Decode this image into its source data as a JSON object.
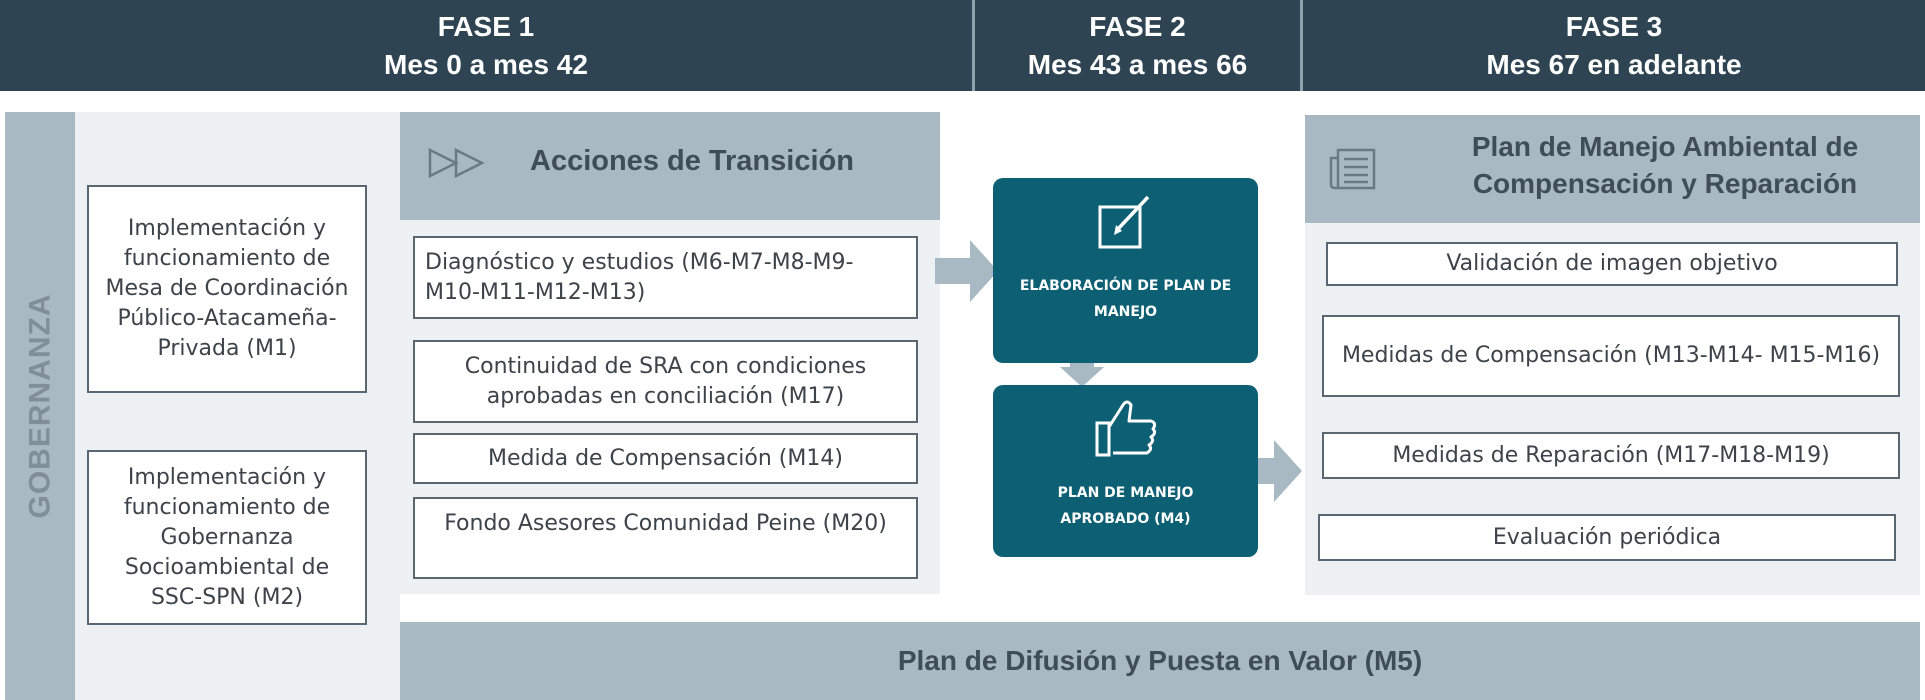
{
  "header": {
    "phases": [
      {
        "title": "FASE 1",
        "period": "Mes 0 a mes 42"
      },
      {
        "title": "FASE 2",
        "period": "Mes 43 a mes 66"
      },
      {
        "title": "FASE 3",
        "period": "Mes 67 en adelante"
      }
    ],
    "colors": {
      "header_bg": "#2f4452",
      "header_text": "#ffffff"
    }
  },
  "governance": {
    "label": "GOBERNANZA",
    "items": [
      "Implementación y funcionamiento de Mesa de Coordinación Público-Atacameña-Privada (M1)",
      "Implementación y funcionamiento de Gobernanza Socioambiental de SSC-SPN (M2)"
    ]
  },
  "transition": {
    "title": "Acciones de Transición",
    "icon": "fast-forward-icon",
    "items": [
      "Diagnóstico y estudios (M6-M7-M8-M9-M10-M11-M12-M13)",
      "Continuidad de SRA con condiciones aprobadas en conciliación (M17)",
      "Medida de Compensación (M14)",
      "Fondo Asesores Comunidad Peine (M20)"
    ]
  },
  "phase2": {
    "step1": {
      "label": "ELABORACIÓN DE PLAN DE MANEJO",
      "icon": "edit-icon"
    },
    "step2": {
      "label": "PLAN DE MANEJO APROBADO (M4)",
      "icon": "thumbs-up-icon"
    },
    "color": "#0d5f73"
  },
  "plan": {
    "title": "Plan de Manejo Ambiental de Compensación y Reparación",
    "icon": "document-icon",
    "items": [
      "Validación de imagen objetivo",
      "Medidas de Compensación (M13-M14- M15-M16)",
      "Medidas de Reparación (M17-M18-M19)",
      "Evaluación periódica"
    ]
  },
  "footer": {
    "label": "Plan de Difusión y Puesta en Valor (M5)"
  }
}
